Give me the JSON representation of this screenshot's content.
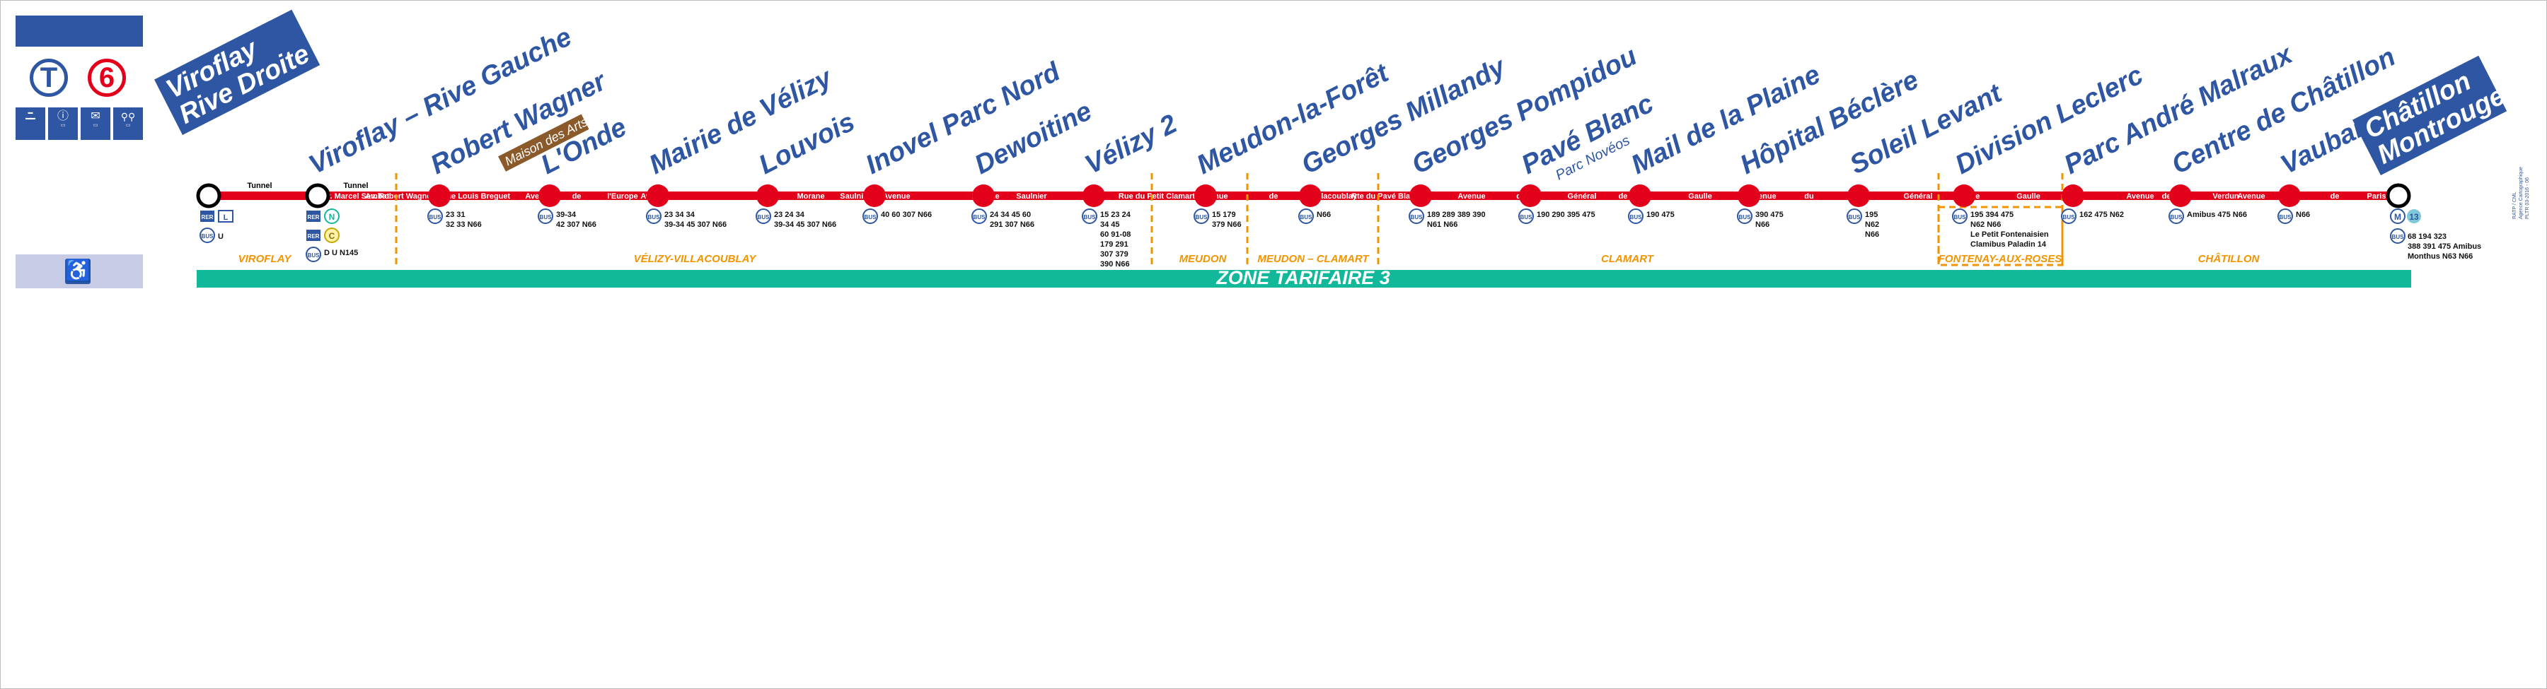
{
  "header": {
    "mode": "T",
    "line": "6",
    "colors": {
      "brand": "#2e56a3",
      "line": "#e2001a",
      "zone": "#12b89a",
      "commune": "#f29400",
      "arts": "#8a5a2b"
    }
  },
  "legend_signs": [
    {
      "icon": "tram-map-icon",
      "lines": [
        "▬",
        "▬▬"
      ]
    },
    {
      "icon": "info-icon",
      "lines": [
        "ⓘ",
        "▭"
      ]
    },
    {
      "icon": "mail-icon",
      "lines": [
        "✉",
        "▭"
      ]
    },
    {
      "icon": "family-icon",
      "lines": [
        "⚲⚲",
        "▭"
      ]
    }
  ],
  "accessibility": {
    "icon": "wheelchair-icon",
    "glyph": "♿"
  },
  "termini": {
    "west": {
      "line1": "Viroflay",
      "line2": "Rive Droite"
    },
    "east": {
      "line1": "Châtillon",
      "line2": "Montrouge"
    }
  },
  "stations": [
    {
      "name": "Viroflay – Rive Gauche",
      "connections": [
        "RER",
        "N",
        "C"
      ],
      "bus_lines": [
        "D U N145"
      ]
    },
    {
      "name": "Robert Wagner",
      "bus_lines": [
        "23 31",
        "32 33 N66"
      ]
    },
    {
      "name": "L'Onde",
      "sub": "Maison des Arts",
      "bus_lines": [
        "39-34",
        "42 307 N66"
      ]
    },
    {
      "name": "Mairie de Vélizy",
      "bus_lines": [
        "23 34 34",
        "39-34 45 307 N66"
      ]
    },
    {
      "name": "Louvois",
      "bus_lines": [
        "23 24 34",
        "39-34 45 307 N66"
      ]
    },
    {
      "name": "Inovel Parc Nord",
      "bus_lines": [
        "40 60 307 N66"
      ]
    },
    {
      "name": "Dewoitine",
      "bus_lines": [
        "24 34 45 60",
        "291 307 N66"
      ]
    },
    {
      "name": "Vélizy 2",
      "bus_lines": [
        "15 23 24",
        "34 45",
        "60 91-08",
        "179 291",
        "307 379",
        "390 N66"
      ]
    },
    {
      "name": "Meudon-la-Forêt",
      "bus_lines": [
        "15 179",
        "379 N66"
      ]
    },
    {
      "name": "Georges Millandy",
      "bus_lines": [
        "N66"
      ]
    },
    {
      "name": "Georges Pompidou",
      "bus_lines": [
        "189 289 389 390",
        "N61 N66"
      ]
    },
    {
      "name": "Pavé Blanc",
      "sub": "Parc Novéos",
      "bus_lines": [
        "190 290 395 475"
      ]
    },
    {
      "name": "Mail de la Plaine",
      "bus_lines": [
        "190 475"
      ]
    },
    {
      "name": "Hôpital Béclère",
      "bus_lines": [
        "390 475",
        "N66"
      ]
    },
    {
      "name": "Soleil Levant",
      "bus_lines": [
        "195",
        "N62",
        "N66"
      ]
    },
    {
      "name": "Division Leclerc",
      "bus_lines": [
        "195 394 475",
        "N62 N66",
        "Le Petit Fontenaisien",
        "Clamibus Paladin 14"
      ]
    },
    {
      "name": "Parc André Malraux",
      "bus_lines": [
        "162 475 N62"
      ]
    },
    {
      "name": "Centre de Châtillon",
      "bus_lines": [
        "Amibus 475 N66"
      ]
    },
    {
      "name": "Vauban",
      "bus_lines": [
        "N66"
      ]
    }
  ],
  "west_terminus_lines": {
    "connections": [
      "RER",
      "L"
    ],
    "bus_lines": [
      "U"
    ]
  },
  "east_terminus_lines": {
    "connections": [
      "M",
      "13"
    ],
    "bus_lines": [
      "68 194 323",
      "388 391 475 Amibus",
      "Monthus N63 N66"
    ]
  },
  "tunnels": [
    "Tunnel",
    "Tunnel"
  ],
  "streets": [
    "Av. Marcel Sembat",
    "Av. Robert Wagner",
    "Avenue Louis Breguet",
    "Avenue",
    "de",
    "l'Europe",
    "Avenue",
    "Morane",
    "Saulnier",
    "Avenue",
    "Morane",
    "Saulnier",
    "Rue du Petit Clamart",
    "Avenue",
    "de",
    "Villacoublay",
    "Rte du Pavé Blanc",
    "Avenue",
    "du",
    "Général",
    "de",
    "Gaulle",
    "Avenue",
    "du",
    "Général",
    "de",
    "Gaulle",
    "Avenue",
    "de",
    "Verdun",
    "Avenue",
    "de",
    "Paris"
  ],
  "communes": [
    "VIROFLAY",
    "VÉLIZY-VILLACOUBLAY",
    "MEUDON",
    "MEUDON – CLAMART",
    "CLAMART",
    "FONTENAY-AUX-ROSES",
    "CHÂTILLON"
  ],
  "zone": {
    "label": "ZONE TARIFAIRE 3"
  },
  "credit": [
    "RATP / CML",
    "Agence Cartographique",
    "PLTR 03-2016 - 06"
  ]
}
